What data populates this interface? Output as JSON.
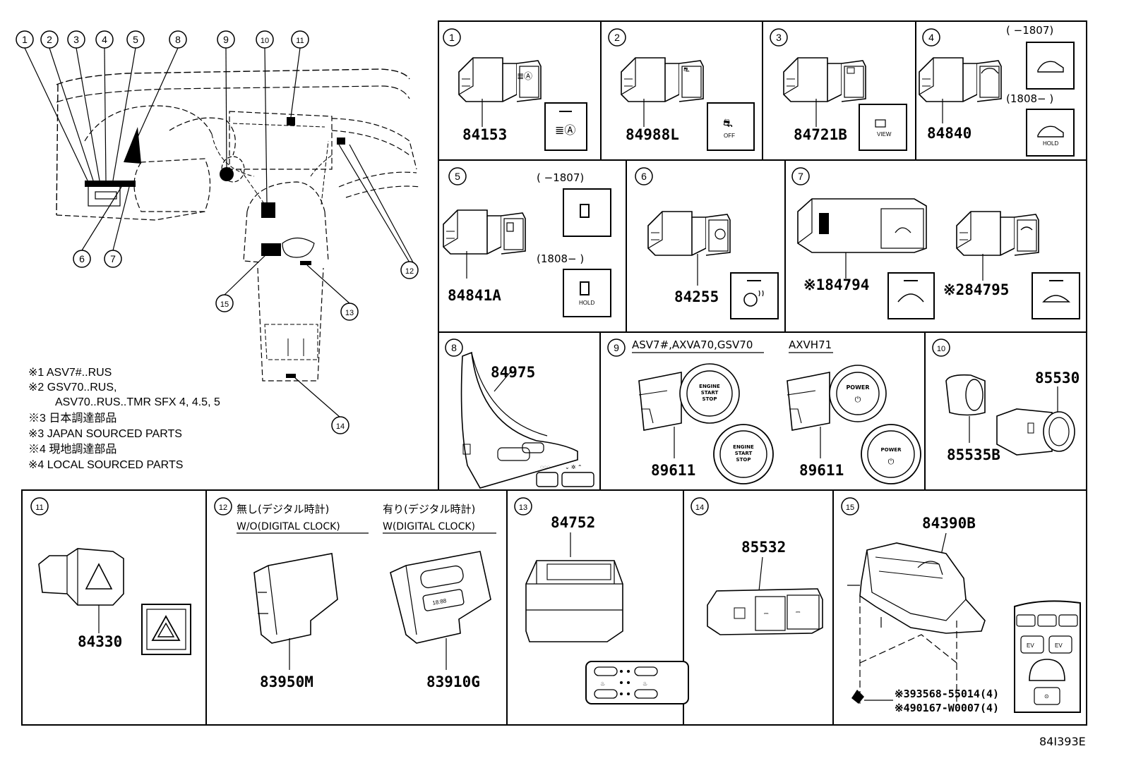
{
  "drawing_code": "84I393E",
  "callouts": [
    "1",
    "2",
    "3",
    "4",
    "5",
    "6",
    "7",
    "8",
    "9",
    "10",
    "11",
    "12",
    "13",
    "14",
    "15"
  ],
  "notes": [
    "※1 ASV7#..RUS",
    "※2 GSV70..RUS,",
    "ASV70..RUS..TMR SFX 4, 4.5, 5",
    "※3 日本調達部品",
    "※3 JAPAN SOURCED PARTS",
    "※4 現地調達部品",
    "※4 LOCAL SOURCED PARTS"
  ],
  "cells": {
    "c1": {
      "num": "1",
      "part": "84153"
    },
    "c2": {
      "num": "2",
      "part": "84988L",
      "icon_text": "OFF"
    },
    "c3": {
      "num": "3",
      "part": "84721B",
      "icon_text": "VIEW"
    },
    "c4": {
      "num": "4",
      "part": "84840",
      "range_a": "(      −1807)",
      "range_b": "(1808−       )",
      "icon_text": "HOLD"
    },
    "c5": {
      "num": "5",
      "part": "84841A",
      "range_a": "(        −1807)",
      "range_b": "(1808−        )",
      "icon_text": "HOLD"
    },
    "c6": {
      "num": "6",
      "part": "84255"
    },
    "c7": {
      "num": "7",
      "part_a": "※184794",
      "part_b": "※284795"
    },
    "c8": {
      "num": "8",
      "part": "84975"
    },
    "c9": {
      "num": "9",
      "variant_a": "ASV7#,AXVA70,GSV70",
      "variant_b": "AXVH71",
      "part_a": "89611",
      "part_b": "89611",
      "btn_a": [
        "ENGINE",
        "START",
        "STOP"
      ],
      "btn_b": [
        "POWER"
      ]
    },
    "c10": {
      "num": "10",
      "part_a": "85530",
      "part_b": "85535B"
    },
    "c11": {
      "num": "11",
      "part": "84330"
    },
    "c12": {
      "num": "12",
      "head_a_jp": "無し(デジタル時計)",
      "head_a_en": "W/O(DIGITAL CLOCK)",
      "head_b_jp": "有り(デジタル時計)",
      "head_b_en": "W(DIGITAL CLOCK)",
      "part_a": "83950M",
      "part_b": "83910G"
    },
    "c13": {
      "num": "13",
      "part": "84752"
    },
    "c14": {
      "num": "14",
      "part": "85532"
    },
    "c15": {
      "num": "15",
      "part": "84390B",
      "screw_a": "※393568-55014(4)",
      "screw_b": "※490167-W0007(4)"
    }
  }
}
